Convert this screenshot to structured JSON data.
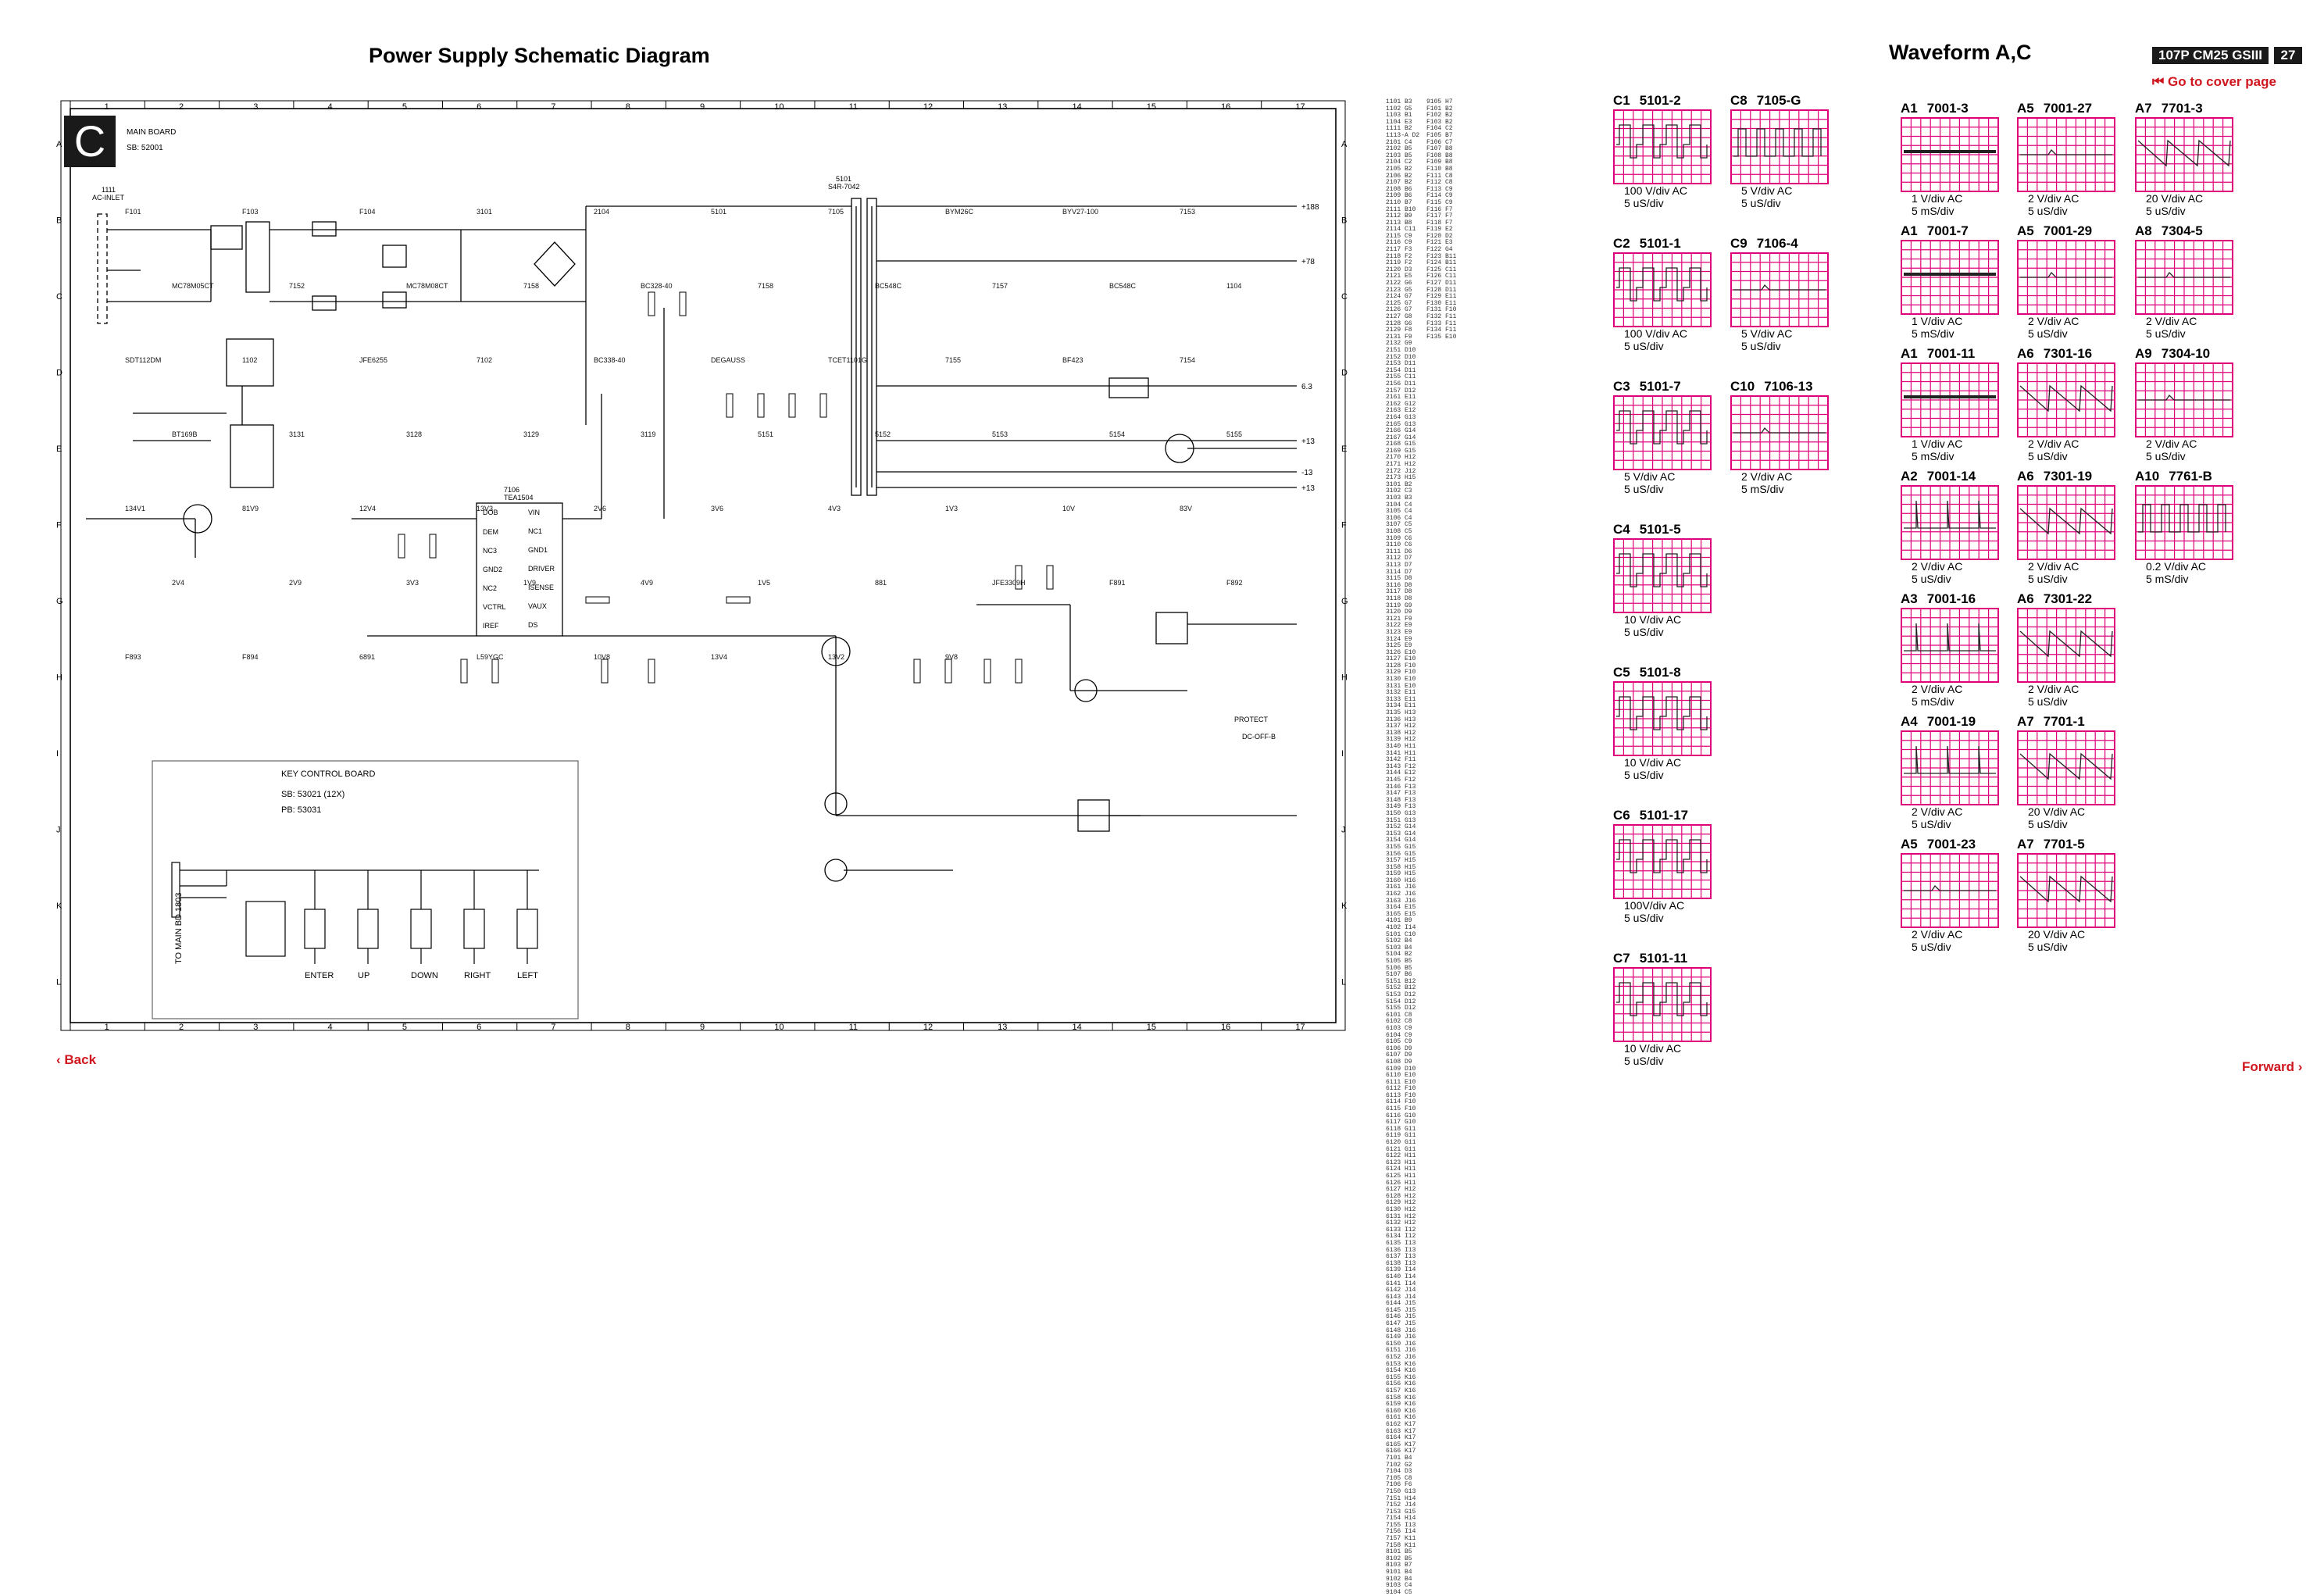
{
  "page": {
    "left_title": "Power Supply Schematic Diagram",
    "right_title": "Waveform A,C",
    "model": "107P CM25 GSIII",
    "page_number": "27",
    "cover_link": "Go to cover page",
    "back_link": "Back",
    "forward_link": "Forward"
  },
  "schematic": {
    "section_letter": "C",
    "board_name": "MAIN BOARD",
    "sb": "SB: 52001",
    "key_board_title": "KEY CONTROL BOARD",
    "key_board_sb": "SB: 53021 (12X)",
    "key_board_pb": "PB: 53031",
    "to_main": "TO MAIN BD 1803",
    "col_numbers": [
      "1",
      "2",
      "3",
      "4",
      "5",
      "6",
      "7",
      "8",
      "9",
      "10",
      "11",
      "12",
      "13",
      "14",
      "15",
      "16",
      "17"
    ],
    "row_letters": [
      "A",
      "B",
      "C",
      "D",
      "E",
      "F",
      "G",
      "H",
      "I",
      "J",
      "K",
      "L"
    ],
    "ic_name": "TEA1504",
    "ic_ref": "7106",
    "ic_pins_left": [
      "DEM",
      "NC3",
      "GND2",
      "NC2",
      "VCTRL",
      "IREF"
    ],
    "ic_pins_right": [
      "VIN",
      "NC1",
      "GND1",
      "DRIVER",
      "ISENSE",
      "VAUX",
      "DS"
    ],
    "ic_top_left": "DOB",
    "transformer": "5101",
    "transformer_part": "S4R-7042",
    "ac_inlet": "AC-INLET",
    "ac_ref": "1111",
    "outputs": [
      "+188",
      "+78",
      "6.3",
      "+13",
      "-13",
      "+13"
    ],
    "protect": "PROTECT",
    "dcoff": "DC-OFF-B",
    "buttons": [
      "ENTER",
      "UP",
      "DOWN",
      "RIGHT",
      "LEFT"
    ],
    "labels": [
      "F101",
      "F103",
      "F104",
      "3101",
      "2104",
      "5101",
      "7105",
      "BYM26C",
      "BYV27-100",
      "7153",
      "MC78M05CT",
      "7152",
      "MC78M08CT",
      "7158",
      "BC328-40",
      "7158",
      "BC548C",
      "7157",
      "BC548C",
      "1104",
      "SDT112DM",
      "1102",
      "JFE6255",
      "7102",
      "BC338-40",
      "DEGAUSS",
      "TCET1101G",
      "7155",
      "BF423",
      "7154",
      "BT169B",
      "3131",
      "3128",
      "3129",
      "3119",
      "5151",
      "5152",
      "5153",
      "5154",
      "5155",
      "134V1",
      "81V9",
      "12V4",
      "13V3",
      "2V6",
      "3V6",
      "4V3",
      "1V3",
      "10V",
      "83V",
      "2V4",
      "2V9",
      "3V3",
      "1V9",
      "4V9",
      "1V5",
      "881",
      "JFE3309H",
      "F891",
      "F892",
      "F893",
      "F894",
      "6891",
      "L59YGC",
      "10V8",
      "13V4",
      "13V2",
      "9V8"
    ]
  },
  "waveforms": [
    [
      {
        "ref": "C1",
        "id": "5101-2",
        "s1": "100 V/div AC",
        "s2": "5 uS/div",
        "wave": "sq"
      },
      {
        "ref": "C2",
        "id": "5101-1",
        "s1": "100 V/div AC",
        "s2": "5 uS/div",
        "wave": "sq"
      },
      {
        "ref": "C3",
        "id": "5101-7",
        "s1": "5 V/div AC",
        "s2": "5 uS/div",
        "wave": "sq"
      },
      {
        "ref": "C4",
        "id": "5101-5",
        "s1": "10 V/div AC",
        "s2": "5 uS/div",
        "wave": "sq"
      },
      {
        "ref": "C5",
        "id": "5101-8",
        "s1": "10 V/div AC",
        "s2": "5 uS/div",
        "wave": "sq"
      },
      {
        "ref": "C6",
        "id": "5101-17",
        "s1": "100V/div AC",
        "s2": "5 uS/div",
        "wave": "sq"
      },
      {
        "ref": "C7",
        "id": "5101-11",
        "s1": "10 V/div AC",
        "s2": "5 uS/div",
        "wave": "sq"
      }
    ],
    [
      {
        "ref": "C8",
        "id": "7105-G",
        "s1": "5 V/div AC",
        "s2": "5 uS/div",
        "wave": "pulse"
      },
      {
        "ref": "C9",
        "id": "7106-4",
        "s1": "5 V/div AC",
        "s2": "5 uS/div",
        "wave": "flat"
      },
      {
        "ref": "C10",
        "id": "7106-13",
        "s1": "2 V/div AC",
        "s2": "5 mS/div",
        "wave": "flat"
      }
    ],
    [
      {
        "ref": "A1",
        "id": "7001-3",
        "s1": "1 V/div AC",
        "s2": "5 mS/div",
        "wave": "thick"
      },
      {
        "ref": "A1",
        "id": "7001-7",
        "s1": "1 V/div AC",
        "s2": "5 mS/div",
        "wave": "thick"
      },
      {
        "ref": "A1",
        "id": "7001-11",
        "s1": "1 V/div AC",
        "s2": "5 mS/div",
        "wave": "thick"
      },
      {
        "ref": "A2",
        "id": "7001-14",
        "s1": "2 V/div AC",
        "s2": "5 uS/div",
        "wave": "spike"
      },
      {
        "ref": "A3",
        "id": "7001-16",
        "s1": "2 V/div AC",
        "s2": "5 mS/div",
        "wave": "spike"
      },
      {
        "ref": "A4",
        "id": "7001-19",
        "s1": "2 V/div AC",
        "s2": "5 uS/div",
        "wave": "spike"
      },
      {
        "ref": "A5",
        "id": "7001-23",
        "s1": "2 V/div AC",
        "s2": "5 uS/div",
        "wave": "flat"
      }
    ],
    [
      {
        "ref": "A5",
        "id": "7001-27",
        "s1": "2 V/div AC",
        "s2": "5 uS/div",
        "wave": "flat"
      },
      {
        "ref": "A5",
        "id": "7001-29",
        "s1": "2 V/div AC",
        "s2": "5 uS/div",
        "wave": "flat"
      },
      {
        "ref": "A6",
        "id": "7301-16",
        "s1": "2 V/div AC",
        "s2": "5 uS/div",
        "wave": "saw"
      },
      {
        "ref": "A6",
        "id": "7301-19",
        "s1": "2 V/div AC",
        "s2": "5 uS/div",
        "wave": "saw"
      },
      {
        "ref": "A6",
        "id": "7301-22",
        "s1": "2 V/div AC",
        "s2": "5 uS/div",
        "wave": "saw"
      },
      {
        "ref": "A7",
        "id": "7701-1",
        "s1": "20 V/div AC",
        "s2": "5 uS/div",
        "wave": "saw"
      },
      {
        "ref": "A7",
        "id": "7701-5",
        "s1": "20 V/div AC",
        "s2": "5 uS/div",
        "wave": "saw"
      }
    ],
    [
      {
        "ref": "A7",
        "id": "7701-3",
        "s1": "20 V/div AC",
        "s2": "5 uS/div",
        "wave": "saw"
      },
      {
        "ref": "A8",
        "id": "7304-5",
        "s1": "2 V/div AC",
        "s2": "5 uS/div",
        "wave": "flat"
      },
      {
        "ref": "A9",
        "id": "7304-10",
        "s1": "2 V/div AC",
        "s2": "5 uS/div",
        "wave": "flat"
      },
      {
        "ref": "A10",
        "id": "7761-B",
        "s1": "0.2 V/div AC",
        "s2": "5 mS/div",
        "wave": "pulse"
      }
    ]
  ],
  "reference_list": [
    "1101 B3",
    "1102 G5",
    "1103 B1",
    "1104 E3",
    "1111 B2",
    "1113-A D2",
    "2101 C4",
    "2102 B5",
    "2103 B5",
    "2104 C2",
    "2105 B2",
    "2106 B2",
    "2107 B2",
    "2108 B6",
    "2109 B6",
    "2110 B7",
    "2111 B10",
    "2112 B9",
    "2113 B8",
    "2114 C11",
    "2115 C9",
    "2116 C9",
    "2117 F3",
    "2118 F2",
    "2119 F2",
    "2120 D3",
    "2121 E5",
    "2122 G6",
    "2123 G5",
    "2124 G7",
    "2125 G7",
    "2126 G7",
    "2127 G8",
    "2128 G6",
    "2129 F8",
    "2131 F9",
    "2132 G9",
    "2151 D10",
    "2152 D10",
    "2153 D11",
    "2154 D11",
    "2155 C11",
    "2156 D11",
    "2157 D12",
    "2161 E11",
    "2162 G12",
    "2163 E12",
    "2164 G13",
    "2165 G13",
    "2166 G14",
    "2167 G14",
    "2168 G15",
    "2169 G15",
    "2170 H12",
    "2171 H12",
    "2172 J12",
    "2173 H15",
    "3101 B2",
    "3102 C3",
    "3103 B3",
    "3104 C4",
    "3105 C4",
    "3106 C4",
    "3107 C5",
    "3108 C5",
    "3109 C6",
    "3110 C6",
    "3111 D6",
    "3112 D7",
    "3113 D7",
    "3114 D7",
    "3115 D8",
    "3116 D8",
    "3117 D8",
    "3118 D8",
    "3119 G9",
    "3120 D9",
    "3121 F9",
    "3122 E9",
    "3123 E9",
    "3124 E9",
    "3125 E9",
    "3126 E10",
    "3127 E10",
    "3128 F10",
    "3129 F10",
    "3130 E10",
    "3131 E10",
    "3132 E11",
    "3133 E11",
    "3134 E11",
    "3135 H13",
    "3136 H13",
    "3137 H12",
    "3138 H12",
    "3139 H12",
    "3140 H11",
    "3141 H11",
    "3142 F11",
    "3143 F12",
    "3144 E12",
    "3145 F12",
    "3146 F13",
    "3147 F13",
    "3148 F13",
    "3149 F13",
    "3150 G13",
    "3151 G13",
    "3152 G14",
    "3153 G14",
    "3154 G14",
    "3155 G15",
    "3156 G15",
    "3157 H15",
    "3158 H15",
    "3159 H15",
    "3160 H16",
    "3161 J16",
    "3162 J16",
    "3163 J16",
    "3164 E15",
    "3165 E15",
    "4101 B9",
    "4102 I14",
    "5101 C10",
    "5102 B4",
    "5103 B4",
    "5104 B2",
    "5105 B5",
    "5106 B5",
    "5107 B6",
    "5151 B12",
    "5152 B12",
    "5153 D12",
    "5154 D12",
    "5155 D12",
    "6101 C8",
    "6102 C8",
    "6103 C9",
    "6104 C9",
    "6105 C9",
    "6106 D9",
    "6107 D9",
    "6108 D9",
    "6109 D10",
    "6110 E10",
    "6111 E10",
    "6112 F10",
    "6113 F10",
    "6114 F10",
    "6115 F10",
    "6116 G10",
    "6117 G10",
    "6118 G11",
    "6119 G11",
    "6120 G11",
    "6121 G11",
    "6122 H11",
    "6123 H11",
    "6124 H11",
    "6125 H11",
    "6126 H11",
    "6127 H12",
    "6128 H12",
    "6129 H12",
    "6130 H12",
    "6131 H12",
    "6132 H12",
    "6133 I12",
    "6134 I12",
    "6135 I13",
    "6136 I13",
    "6137 I13",
    "6138 I13",
    "6139 I14",
    "6140 I14",
    "6141 I14",
    "6142 J14",
    "6143 J14",
    "6144 J15",
    "6145 J15",
    "6146 J15",
    "6147 J15",
    "6148 J16",
    "6149 J16",
    "6150 J16",
    "6151 J16",
    "6152 J16",
    "6153 K16",
    "6154 K16",
    "6155 K16",
    "6156 K16",
    "6157 K16",
    "6158 K16",
    "6159 K16",
    "6160 K16",
    "6161 K16",
    "6162 K17",
    "6163 K17",
    "6164 K17",
    "6165 K17",
    "6166 K17",
    "7101 B4",
    "7102 G2",
    "7104 D3",
    "7105 C8",
    "7106 F6",
    "7150 G13",
    "7151 H14",
    "7152 J14",
    "7153 G15",
    "7154 H14",
    "7155 I13",
    "7156 I14",
    "7157 K11",
    "7158 K11",
    "8101 B5",
    "8102 B5",
    "8103 B7",
    "9101 B4",
    "9102 B4",
    "9103 C4",
    "9104 C5"
  ],
  "reference_list2": [
    "9105 H7",
    "F101 B2",
    "F102 B2",
    "F103 B2",
    "F104 C2",
    "F105 B7",
    "F106 C7",
    "F107 B8",
    "F108 B8",
    "F109 B8",
    "F110 B8",
    "F111 C8",
    "F112 C8",
    "F113 C9",
    "F114 C9",
    "F115 C9",
    "F116 F7",
    "F117 F7",
    "F118 F7",
    "F119 E2",
    "F120 D2",
    "F121 E3",
    "F122 G4",
    "F123 B11",
    "F124 B11",
    "F125 C11",
    "F126 C11",
    "F127 D11",
    "F128 D11",
    "F129 E11",
    "F130 E11",
    "F131 F10",
    "F132 F11",
    "F133 F11",
    "F134 F11",
    "F135 E10"
  ]
}
